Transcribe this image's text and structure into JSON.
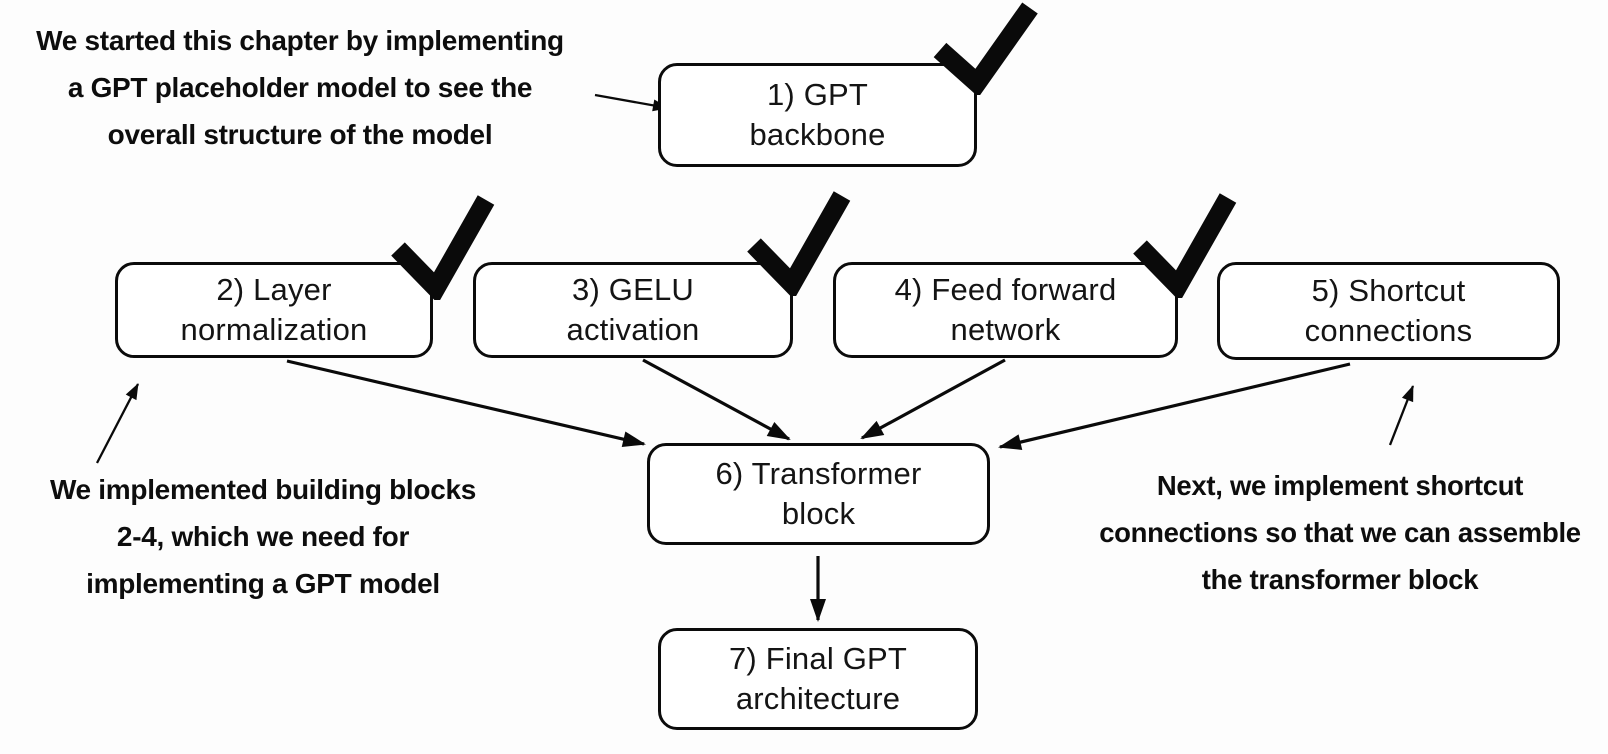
{
  "diagram": {
    "title_meaning": "Chapter progress map for building a GPT model",
    "colors": {
      "background": "#fdfdfd",
      "box_fill": "#ffffff",
      "line": "#0a0a0a",
      "text": "#141414"
    },
    "boxes": [
      {
        "id": "gpt-backbone",
        "line1": "1) GPT",
        "line2": "backbone",
        "checked": true
      },
      {
        "id": "layer-normalization",
        "line1": "2) Layer",
        "line2": "normalization",
        "checked": true
      },
      {
        "id": "gelu-activation",
        "line1": "3) GELU",
        "line2": "activation",
        "checked": true
      },
      {
        "id": "feed-forward-network",
        "line1": "4) Feed forward",
        "line2": "network",
        "checked": true
      },
      {
        "id": "shortcut-connections",
        "line1": "5) Shortcut",
        "line2": "connections",
        "checked": false
      },
      {
        "id": "transformer-block",
        "line1": "6) Transformer",
        "line2": "block",
        "checked": false
      },
      {
        "id": "final-gpt-architecture",
        "line1": "7) Final GPT",
        "line2": "architecture",
        "checked": false
      }
    ],
    "annotations": [
      {
        "id": "top-left",
        "lines": [
          "We started this chapter by implementing",
          "a GPT placeholder model to see the",
          "overall structure of the model"
        ]
      },
      {
        "id": "bottom-left",
        "lines": [
          "We implemented building blocks",
          "2-4, which we need for",
          "implementing a GPT model"
        ]
      },
      {
        "id": "right",
        "lines": [
          "Next, we implement shortcut",
          "connections so that we can assemble",
          "the transformer block"
        ]
      }
    ],
    "connections": [
      {
        "from": "top-left-annotation",
        "to": "gpt-backbone"
      },
      {
        "from": "layer-normalization",
        "to": "transformer-block"
      },
      {
        "from": "gelu-activation",
        "to": "transformer-block"
      },
      {
        "from": "feed-forward-network",
        "to": "transformer-block"
      },
      {
        "from": "shortcut-connections",
        "to": "transformer-block"
      },
      {
        "from": "transformer-block",
        "to": "final-gpt-architecture"
      },
      {
        "from": "bottom-left-annotation",
        "to": "layer-normalization"
      },
      {
        "from": "right-annotation",
        "to": "shortcut-connections"
      }
    ],
    "checkmark_icon": "checkmark-icon"
  }
}
